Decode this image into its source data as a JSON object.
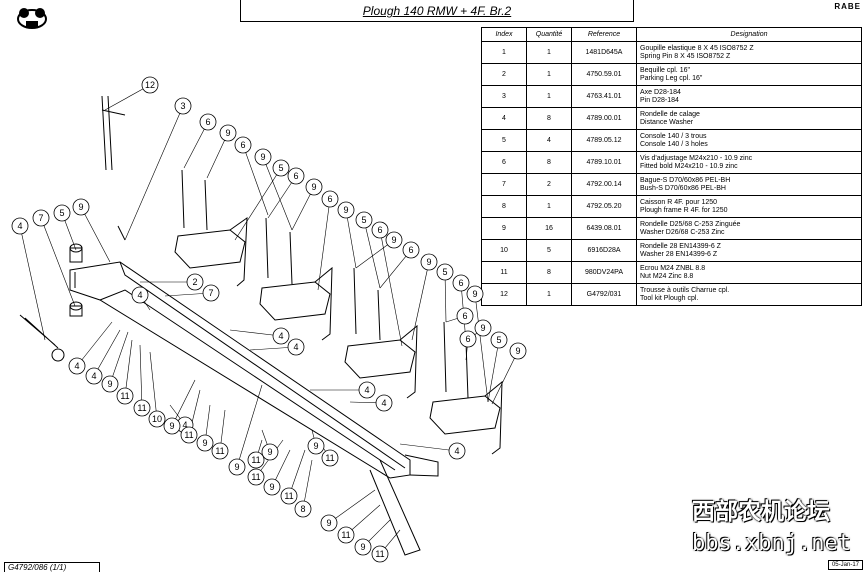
{
  "header": {
    "title": "Plough 140 RMW + 4F. Br.2",
    "brand": "RABE"
  },
  "table": {
    "columns": [
      "Index",
      "Quantité",
      "Reference",
      "Designation"
    ],
    "rows": [
      {
        "index": "1",
        "qty": "1",
        "ref": "1481D645A",
        "d1": "Goupille elastique   8 X  45 ISO8752 Z",
        "d2": "Spring Pin   8 X  45 ISO8752 Z"
      },
      {
        "index": "2",
        "qty": "1",
        "ref": "4750.59.01",
        "d1": "Bequille cpl. 16\"",
        "d2": "Parking Leg cpl. 16\""
      },
      {
        "index": "3",
        "qty": "1",
        "ref": "4763.41.01",
        "d1": "Axe D28-184",
        "d2": "Pin D28-184"
      },
      {
        "index": "4",
        "qty": "8",
        "ref": "4789.00.01",
        "d1": "Rondelle de calage",
        "d2": "Distance Washer"
      },
      {
        "index": "5",
        "qty": "4",
        "ref": "4789.05.12",
        "d1": "Console 140 / 3 trous",
        "d2": "Console 140 / 3 holes"
      },
      {
        "index": "6",
        "qty": "8",
        "ref": "4789.10.01",
        "d1": "Vis d'adjustage M24x210 - 10.9 zinc",
        "d2": "Fitted bold M24x210 - 10.9 zinc"
      },
      {
        "index": "7",
        "qty": "2",
        "ref": "4792.00.14",
        "d1": "Bague-S D70/60x86 PEL-BH",
        "d2": "Bush-S D70/60x86 PEL-BH"
      },
      {
        "index": "8",
        "qty": "1",
        "ref": "4792.05.20",
        "d1": "Caisson R 4F. pour 1250",
        "d2": "Plough frame R 4F. for 1250"
      },
      {
        "index": "9",
        "qty": "16",
        "ref": "6439.08.01",
        "d1": "Rondelle D25/68 C-253 Zinguée",
        "d2": "Washer D26/68 C-253 Zinc"
      },
      {
        "index": "10",
        "qty": "5",
        "ref": "6916D28A",
        "d1": "Rondelle 28 EN14399-6 Z",
        "d2": "Washer 28 EN14399-6 Z"
      },
      {
        "index": "11",
        "qty": "8",
        "ref": "980DV24PA",
        "d1": "Ecrou M24 ZNBL 8.8",
        "d2": "Nut M24 Zinc 8.8"
      },
      {
        "index": "12",
        "qty": "1",
        "ref": "G4792/031",
        "d1": "Trousse à outils Charrue cpl.",
        "d2": "Tool kit Plough cpl."
      }
    ]
  },
  "footer": {
    "code": "G4792/086  (1/1)",
    "date": "05-Jan-17"
  },
  "watermark": {
    "line1": "西部农机论坛",
    "line2": "bbs.xbnj.net"
  },
  "callouts": [
    "12",
    "3",
    "6",
    "9",
    "6",
    "9",
    "5",
    "6",
    "9",
    "6",
    "9",
    "5",
    "6",
    "9",
    "6",
    "9",
    "5",
    "6",
    "9",
    "6",
    "9",
    "5",
    "9",
    "6",
    "9",
    "5",
    "4",
    "7",
    "2",
    "7",
    "4",
    "4",
    "4",
    "4",
    "4",
    "4",
    "4",
    "4",
    "4",
    "9",
    "11",
    "11",
    "10",
    "9",
    "11",
    "9",
    "11",
    "9",
    "11",
    "9",
    "11",
    "8",
    "9",
    "11",
    "9",
    "11",
    "9",
    "11",
    "9",
    "11"
  ]
}
